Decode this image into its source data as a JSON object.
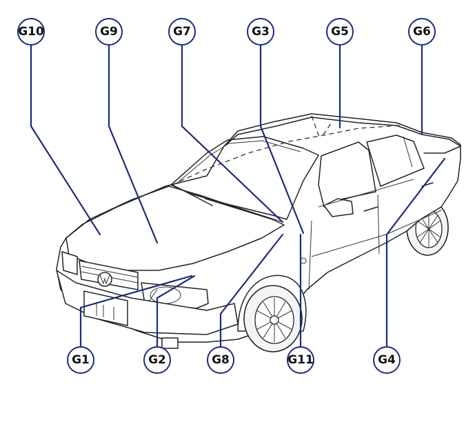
{
  "callouts": {
    "g10": "G10",
    "g9": "G9",
    "g7": "G7",
    "g3": "G3",
    "g5": "G5",
    "g6": "G6",
    "g1": "G1",
    "g2": "G2",
    "g8": "G8",
    "g11": "G11",
    "g4": "G4"
  },
  "colors": {
    "leader": "#1b2a7a",
    "outline": "#222222",
    "background": "#ffffff"
  }
}
